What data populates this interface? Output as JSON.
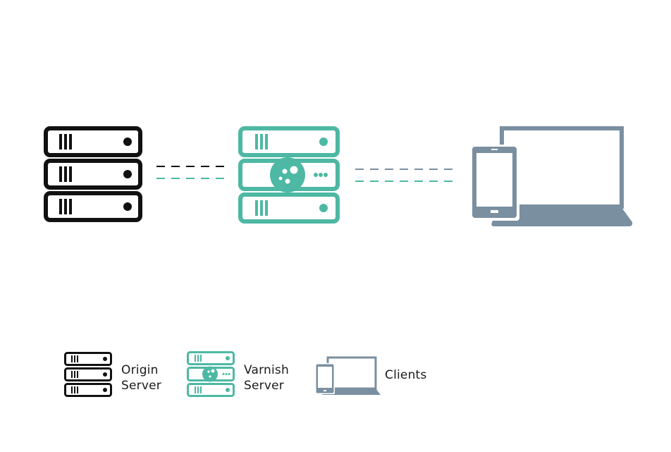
{
  "colors": {
    "origin": "#111111",
    "varnish": "#4db8a4",
    "clients": "#7a8fa0",
    "dash_black": "#111111"
  },
  "diagram": {
    "nodes": [
      {
        "id": "origin",
        "icon": "server-stack-icon"
      },
      {
        "id": "varnish",
        "icon": "varnish-server-icon"
      },
      {
        "id": "clients",
        "icon": "tablet-laptop-icon"
      }
    ]
  },
  "legend": {
    "origin": {
      "line1": "Origin",
      "line2": "Server"
    },
    "varnish": {
      "line1": "Varnish",
      "line2": "Server"
    },
    "clients": {
      "line1": "Clients"
    }
  }
}
